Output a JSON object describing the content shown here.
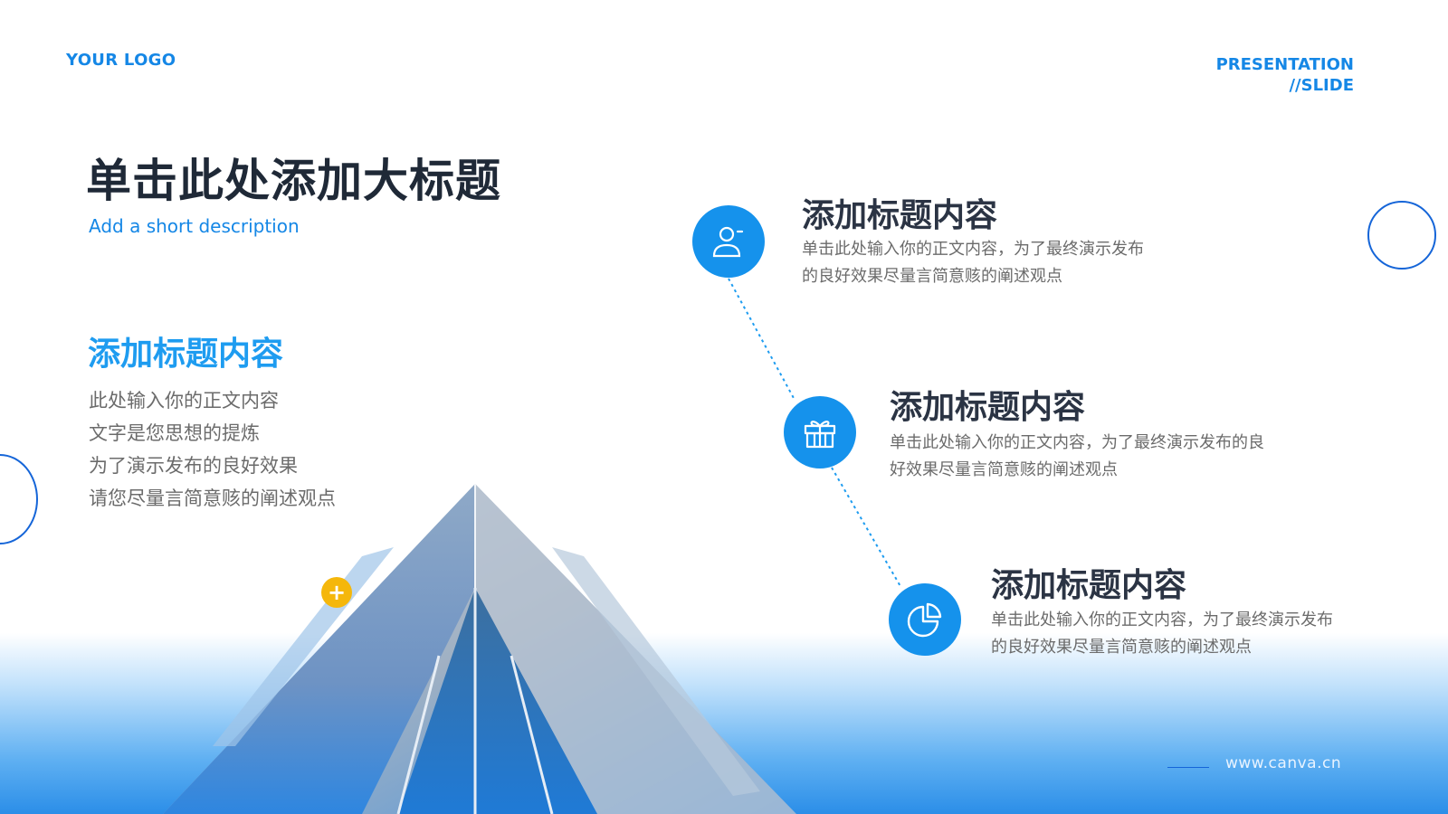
{
  "header": {
    "logo": "YOUR LOGO",
    "presentation_line1": "PRESENTATION",
    "presentation_line2": "//SLIDE"
  },
  "hero": {
    "title": "单击此处添加大标题",
    "description": "Add a short description"
  },
  "left_block": {
    "heading": "添加标题内容",
    "lines": [
      "此处输入你的正文内容",
      "文字是您思想的提炼",
      "为了演示发布的良好效果",
      "请您尽量言简意赅的阐述观点"
    ]
  },
  "timeline": [
    {
      "icon": "user-icon",
      "title": "添加标题内容",
      "body": [
        "单击此处输入你的正文内容，为了最终演示发布",
        "的良好效果尽量言简意赅的阐述观点"
      ]
    },
    {
      "icon": "gift-icon",
      "title": "添加标题内容",
      "body": [
        "单击此处输入你的正文内容，为了最终演示发布的良",
        "好效果尽量言简意赅的阐述观点"
      ]
    },
    {
      "icon": "pie-chart-icon",
      "title": "添加标题内容",
      "body": [
        "单击此处输入你的正文内容，为了最终演示发布",
        "的良好效果尽量言简意赅的阐述观点"
      ]
    }
  ],
  "badge": {
    "symbol": "+"
  },
  "footer": {
    "url": "www.canva.cn"
  },
  "colors": {
    "accent": "#1592ec",
    "heading_dark": "#2b3444",
    "badge_yellow": "#f5b70b"
  }
}
